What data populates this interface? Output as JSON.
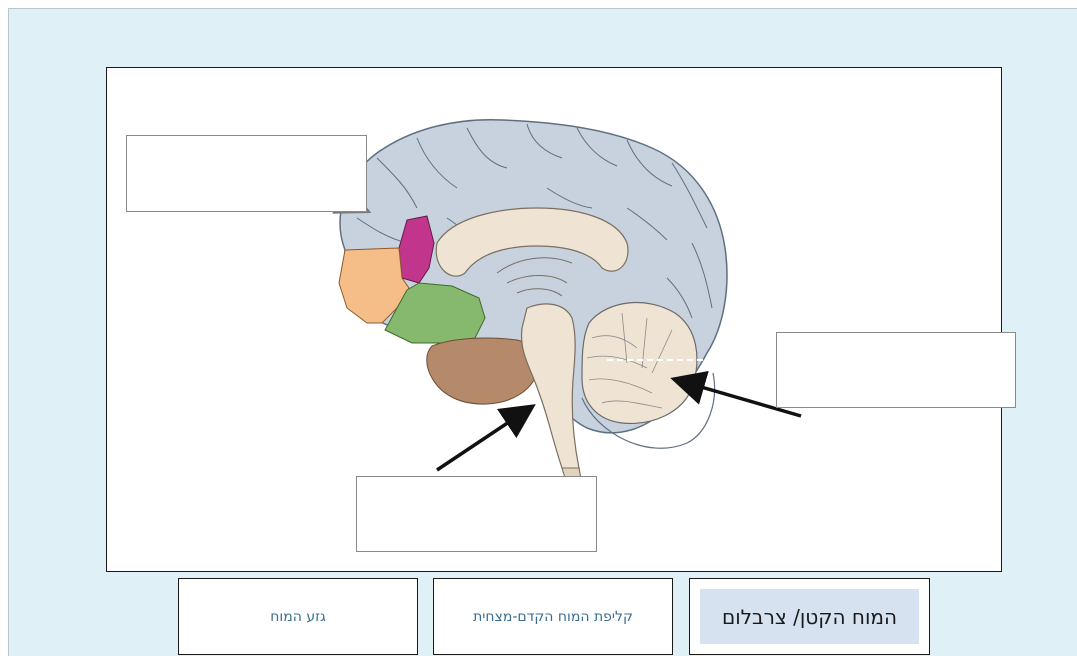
{
  "labels": {
    "brainstem": "גזע המוח",
    "prefrontal_cortex": "קליפת המוח הקדם-מצחית",
    "cerebellum": "המוח הקטן/ צרבלום"
  },
  "colors": {
    "background": "#e0f0f7",
    "cortex": "#c7d2de",
    "prefrontal_magenta": "#c2358d",
    "frontal_orange": "#f5bd87",
    "orbital_green": "#86b86e",
    "temporal_brown": "#b58a6a",
    "brainstem_beige": "#efe4d3",
    "selected_tile": "#d6e2f0"
  },
  "icons": [
    "arrow-icon",
    "arrow-icon",
    "arrow-icon"
  ]
}
